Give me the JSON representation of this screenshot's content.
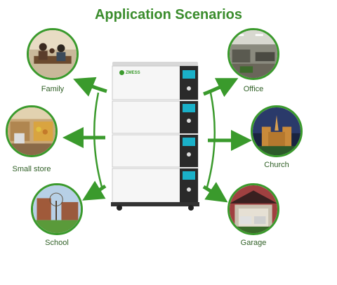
{
  "header": {
    "title": "Application Scenarios"
  },
  "brand": {
    "logo_text": "ZMESS"
  },
  "colors": {
    "accent": "#3a9a2c",
    "title": "#3a8c2c"
  },
  "scenarios": [
    {
      "label": "Family",
      "icon": "family-photo"
    },
    {
      "label": "Office",
      "icon": "office-photo"
    },
    {
      "label": "Small store",
      "icon": "store-photo"
    },
    {
      "label": "Church",
      "icon": "church-photo"
    },
    {
      "label": "School",
      "icon": "school-photo"
    },
    {
      "label": "Garage",
      "icon": "garage-photo"
    }
  ]
}
